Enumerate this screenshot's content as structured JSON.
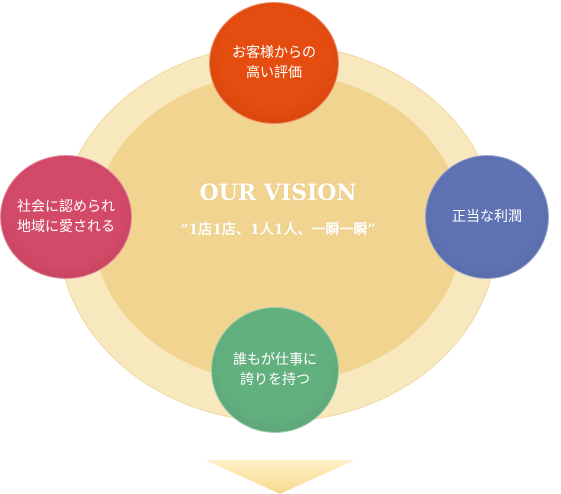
{
  "center": {
    "title": "OUR VISION",
    "motto": "“1店1店、1人1人、一瞬一瞬”"
  },
  "nodes": {
    "top": {
      "lines": [
        "お客様からの",
        "高い評価"
      ]
    },
    "left": {
      "lines": [
        "社会に認められ",
        "地域に愛される"
      ]
    },
    "right": {
      "lines": [
        "正当な利潤"
      ]
    },
    "bottom": {
      "lines": [
        "誰もが仕事に",
        "誇りを持つ"
      ]
    }
  },
  "colors": {
    "outer_ring": "#f8e8bd",
    "inner_ring": "#f0d48f",
    "top_node": "#e44c10",
    "left_node": "#d34a68",
    "right_node": "#5f73b4",
    "bottom_node": "#63b07f",
    "arrow": "#f7d98f"
  },
  "icons": {
    "arrow": "down-arrow-icon"
  }
}
